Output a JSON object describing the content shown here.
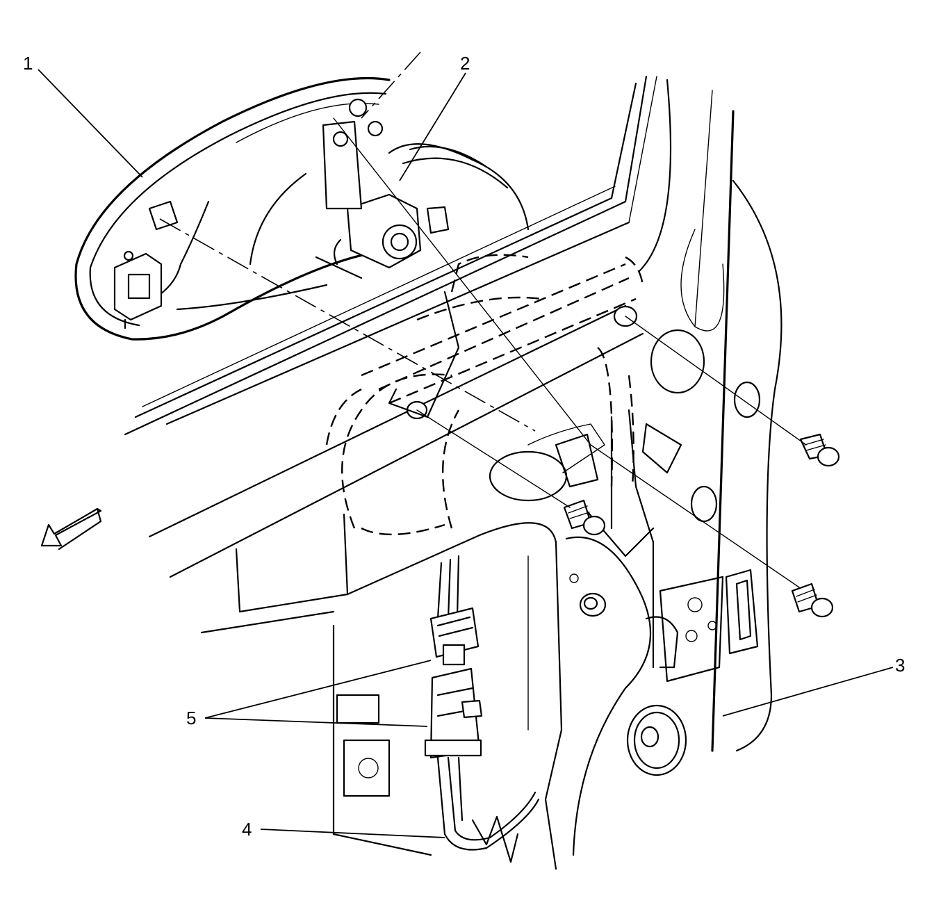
{
  "callouts": {
    "c1": "1",
    "c2": "2",
    "c3": "3",
    "c4": "4",
    "c5": "5"
  },
  "line_color": "#000000",
  "background": "#ffffff"
}
